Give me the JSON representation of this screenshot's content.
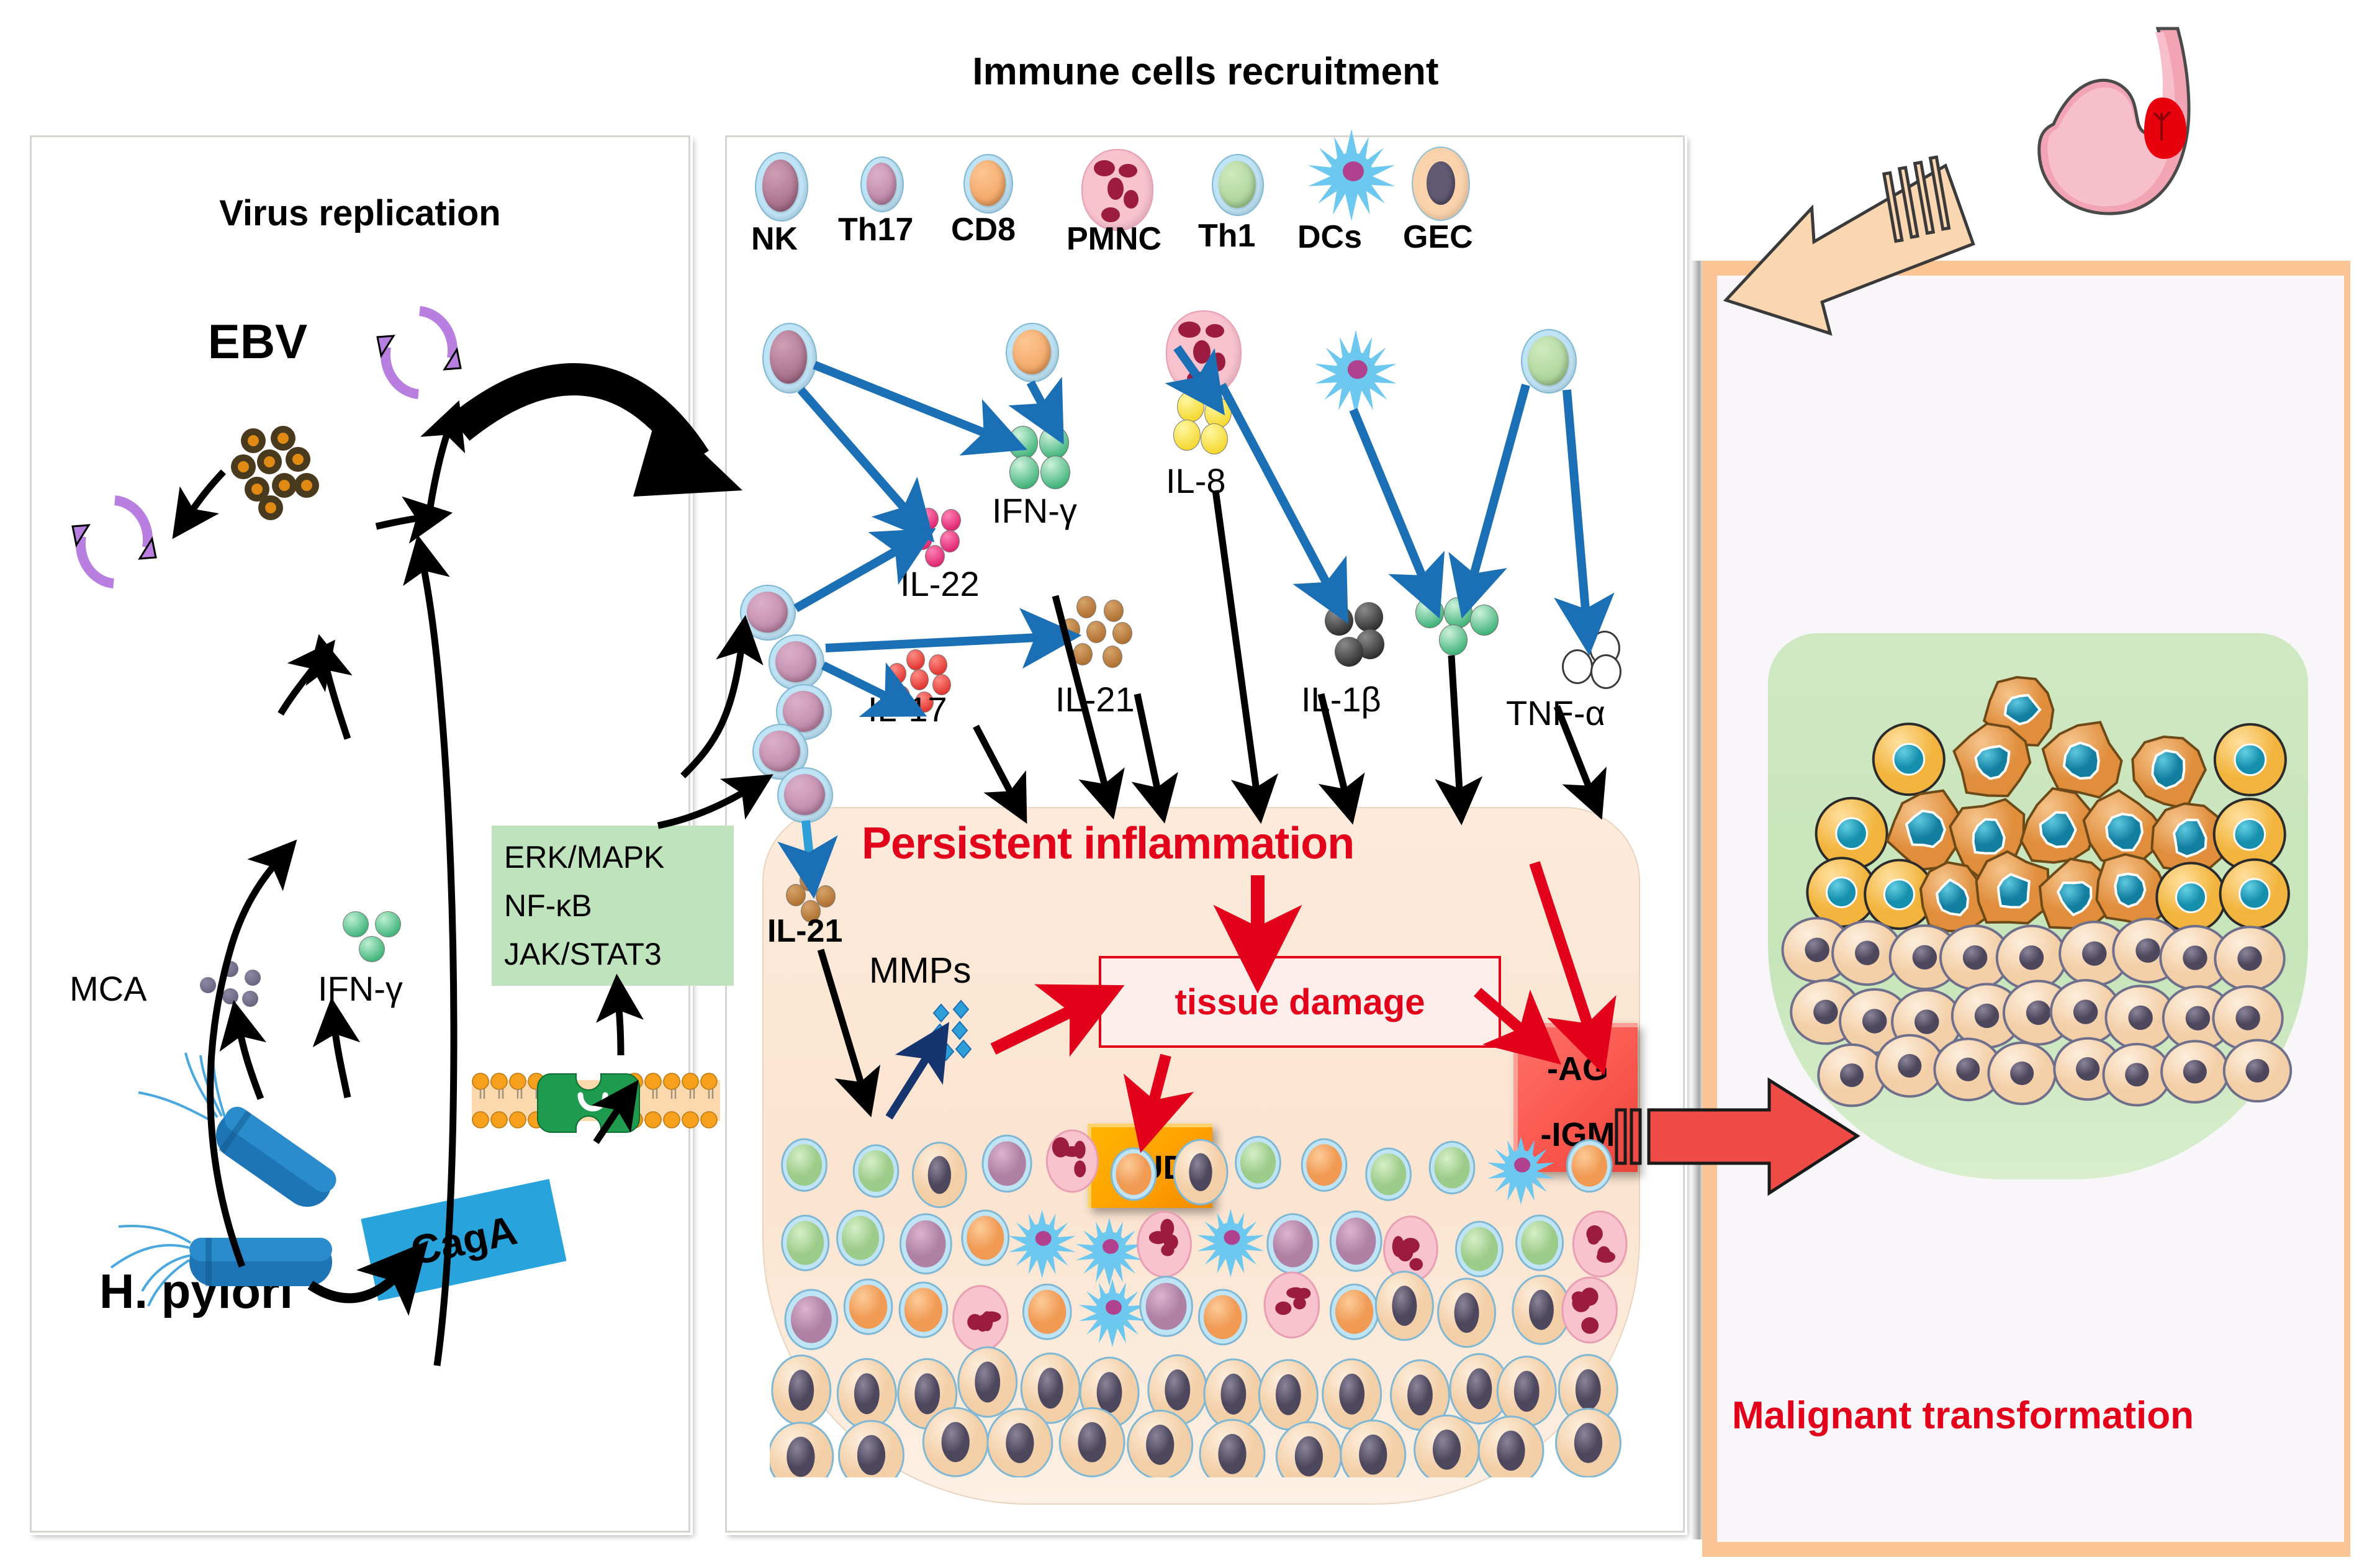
{
  "figure": {
    "kind": "biomedical-pathway-diagram",
    "headline_left": "Virus replication",
    "headline_mid": "Immune cells recruitment",
    "headline_right": "Malignant transformation"
  },
  "left_panel": {
    "title": "Virus replication",
    "virus_label": "EBV",
    "bacteria_label": "H. pylori",
    "effector_labels": [
      {
        "name": "MCA",
        "text": "MCA",
        "dot_color": "#6e6a87"
      },
      {
        "name": "IFN-gamma",
        "text": "IFN-γ",
        "dot_color": "#2bb673"
      }
    ],
    "caga_label": "CagA",
    "pathway_box": {
      "lines": [
        "ERK/MAPK",
        "NF-κB",
        "JAK/STAT3"
      ],
      "bg_color": "#bfe3bd"
    },
    "icons": [
      "episome-circle-icon",
      "virion-cluster-icon",
      "bacterium-icon",
      "membrane-receptor-icon"
    ]
  },
  "mid_panel": {
    "title": "Immune cells recruitment",
    "legend": [
      {
        "label": "NK",
        "icon": "nk-cell-icon",
        "nucleus": "#b5768f",
        "cyto": "#bfe4f6"
      },
      {
        "label": "Th17",
        "icon": "th17-cell-icon",
        "nucleus": "#c792b3",
        "cyto": "#bfe4f6"
      },
      {
        "label": "CD8",
        "icon": "cd8-cell-icon",
        "nucleus": "#f7ab6a",
        "cyto": "#bfe4f6"
      },
      {
        "label": "PMNC",
        "icon": "pmnc-cell-icon",
        "nucleus": "#9c1c41",
        "cyto": "#f8c2cf"
      },
      {
        "label": "Th1",
        "icon": "th1-cell-icon",
        "nucleus": "#aed9a0",
        "cyto": "#bfe4f6"
      },
      {
        "label": "DCs",
        "icon": "dendritic-cell-icon",
        "nucleus": "#b0418f",
        "cyto": "#6cc8ef"
      },
      {
        "label": "GEC",
        "icon": "gastric-epithelial-cell-icon",
        "nucleus": "#615a74",
        "cyto": "#fad3ad"
      }
    ],
    "cytokines": [
      {
        "label": "IFN-γ",
        "color": "#2bb673",
        "count": 4,
        "source": "NK / CD8"
      },
      {
        "label": "IL-22",
        "color": "#e6196a",
        "count": 4,
        "source": "NK"
      },
      {
        "label": "IL-17",
        "color": "#ee2a24",
        "count": 7,
        "source": "Th17"
      },
      {
        "label": "IL-21",
        "color": "#c07a2c",
        "count": 6,
        "source": "Th17"
      },
      {
        "label": "IL-8",
        "color": "#ffe033",
        "count": 5,
        "source": "PMNC"
      },
      {
        "label": "IL-1β",
        "color": "#2b2b2b",
        "count": 5,
        "source": "PMNC / DCs"
      },
      {
        "label": "TNF-α",
        "color": "#ffffff",
        "count": 3,
        "source": "GEC"
      },
      {
        "label": "TNF-α-green",
        "color": "#2bb673",
        "count": 4,
        "source": "DCs / Th1"
      }
    ],
    "mucosa_labels": {
      "il21_inside": "IL-21",
      "mmps": "MMPs",
      "persistent": "Persistent inflammation",
      "tissue_damage": "tissue damage",
      "pud": "PUD",
      "ag_igm": [
        "-AG",
        "-IGM"
      ]
    },
    "colors": {
      "blue_arrow": "#1a6fb5",
      "black_arrow": "#000000",
      "red_arrow": "#e2001a",
      "mucosa_bg": "#fbe4d0",
      "inflammation_text": "#e2001a"
    }
  },
  "right_panel": {
    "caption": "Malignant transformation",
    "icons": [
      "stomach-icon",
      "beige-arrow-icon",
      "red-arrow-icon",
      "tumor-cell-mass-icon"
    ],
    "bg_color": "#f9f6fa",
    "frame_color": "#fbc495",
    "tumor_bed_color": "#cfe8c2",
    "cell_types": [
      {
        "name": "malignant-cell",
        "body": "#eda153",
        "nucleus": "#1796b8"
      },
      {
        "name": "transitional-cell",
        "body": "#ffc95a",
        "nucleus": "#1aa6c8"
      },
      {
        "name": "normal-epithelial-cell",
        "body": "#fadcc0",
        "nucleus": "#615a74"
      }
    ]
  }
}
